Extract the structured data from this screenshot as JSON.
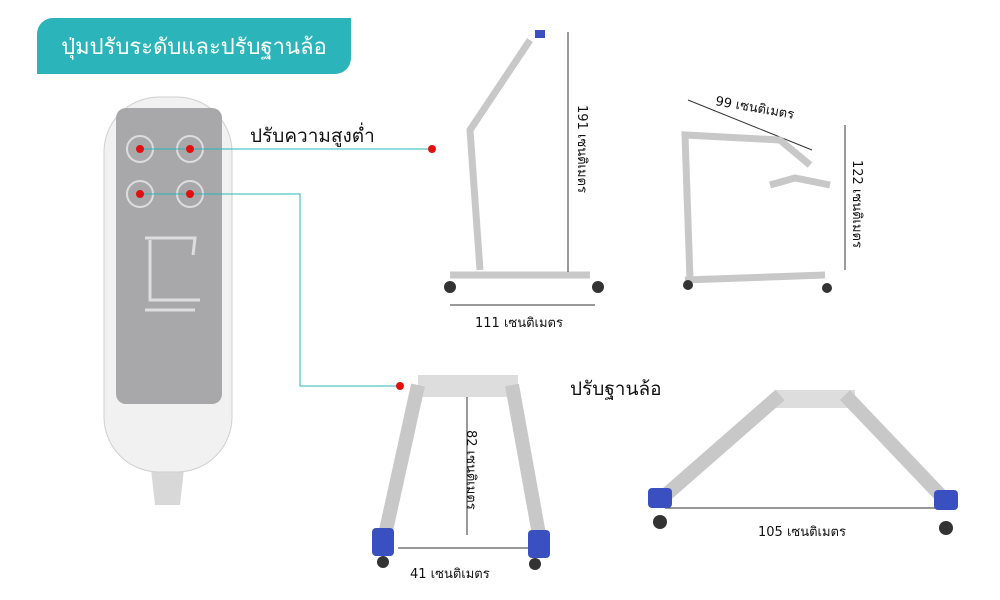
{
  "banner": {
    "title": "ปุ่มปรับระดับและปรับฐานล้อ"
  },
  "callouts": {
    "height_adjust": "ปรับความสูงต่ำ",
    "base_adjust": "ปรับฐานล้อ"
  },
  "dimensions": {
    "height": "191 เซนติเมตร",
    "boom_length": "99 เซนติเมตร",
    "boom_height": "122 เซนติเมตร",
    "length": "111 เซนติเมตร",
    "leg_length": "82 เซนติเมตร",
    "base_closed": "41 เซนติเมตร",
    "base_open": "105 เซนติเมตร"
  },
  "colors": {
    "accent": "#2bb5bb",
    "dot": "#e01010",
    "caster": "#3a4fc0"
  }
}
